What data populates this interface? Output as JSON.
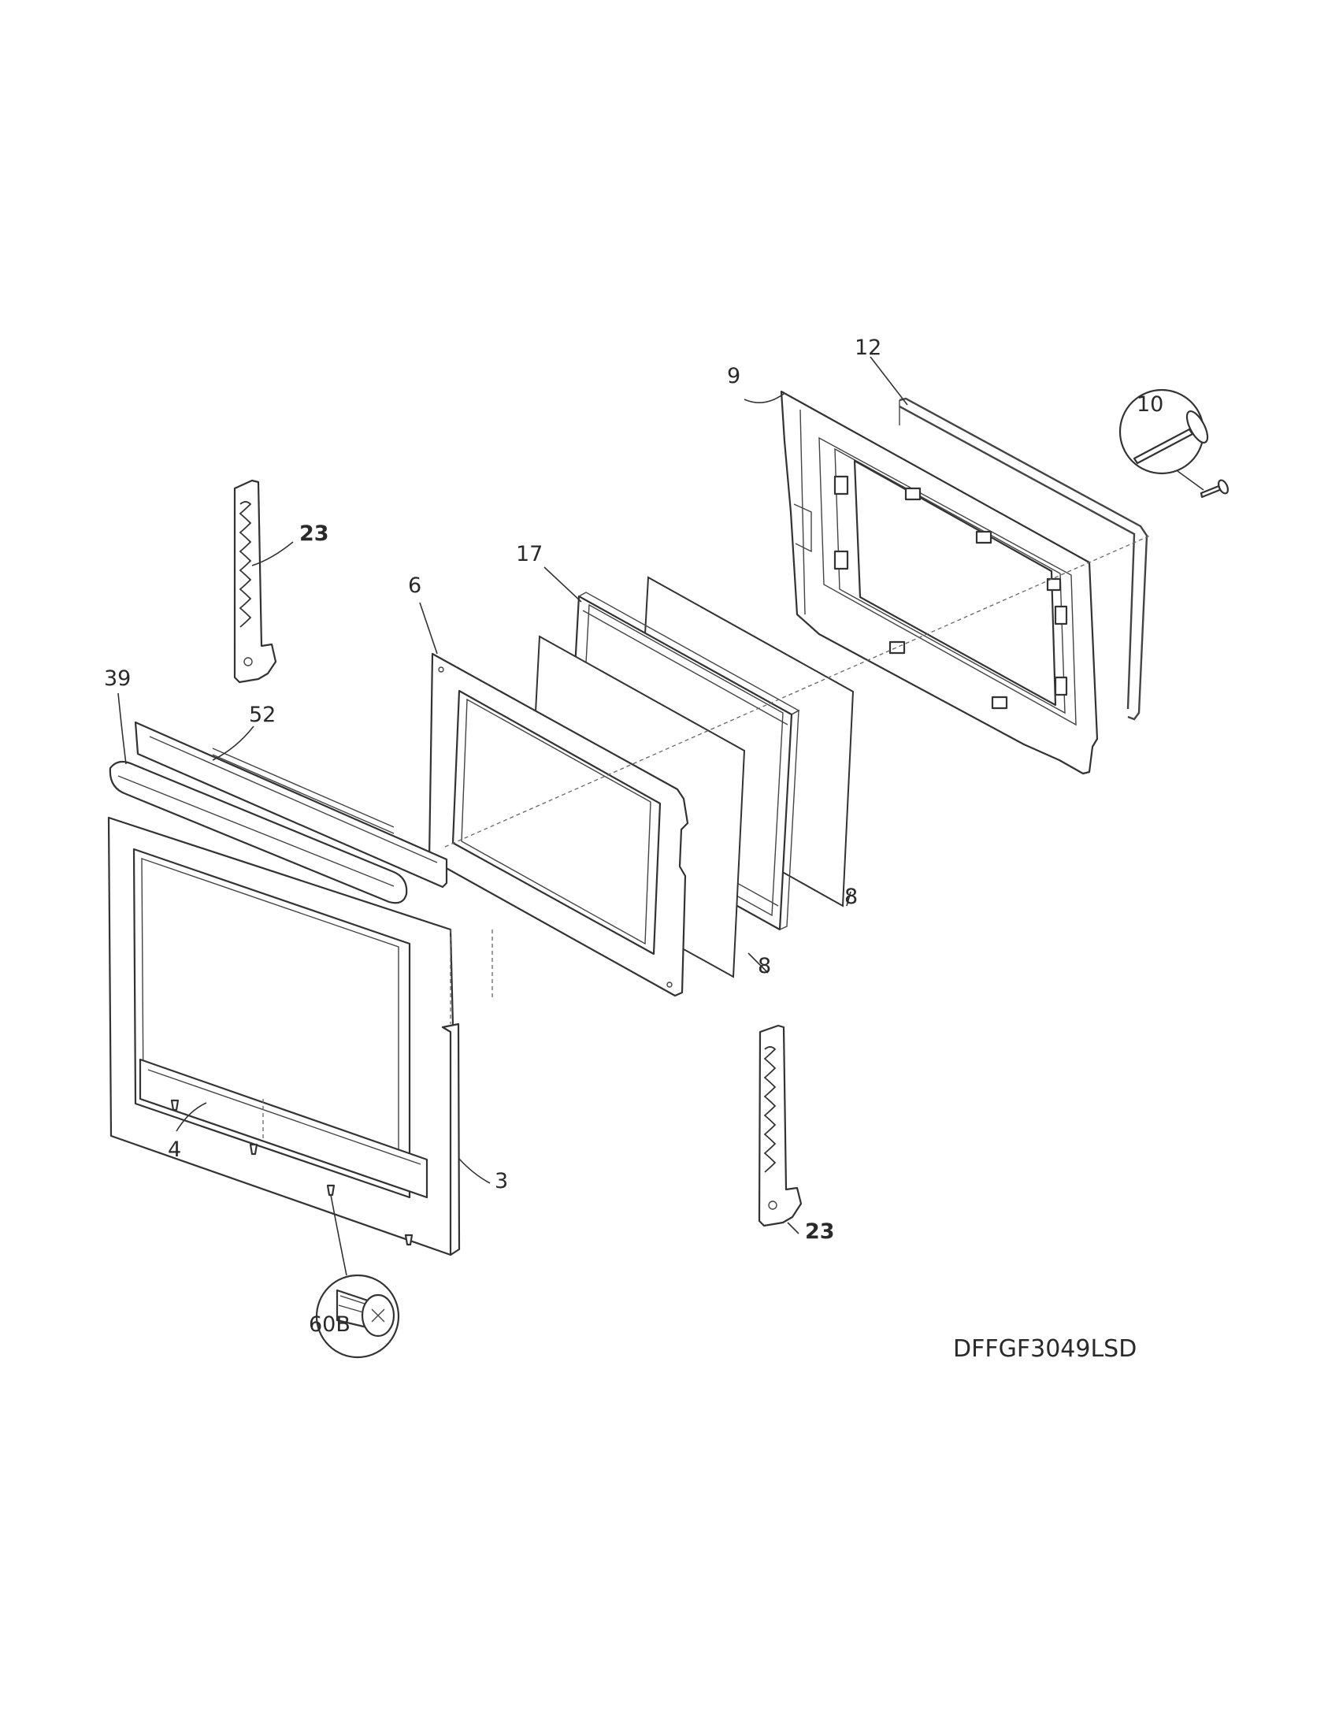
{
  "diagram": {
    "model_code": "DFFGF3049LSD",
    "callouts": {
      "c3": "3",
      "c4": "4",
      "c6": "6",
      "c8a": "8",
      "c8b": "8",
      "c9": "9",
      "c10": "10",
      "c12": "12",
      "c17": "17",
      "c23a": "23",
      "c23b": "23",
      "c39": "39",
      "c52": "52",
      "c60b": "60B"
    }
  }
}
